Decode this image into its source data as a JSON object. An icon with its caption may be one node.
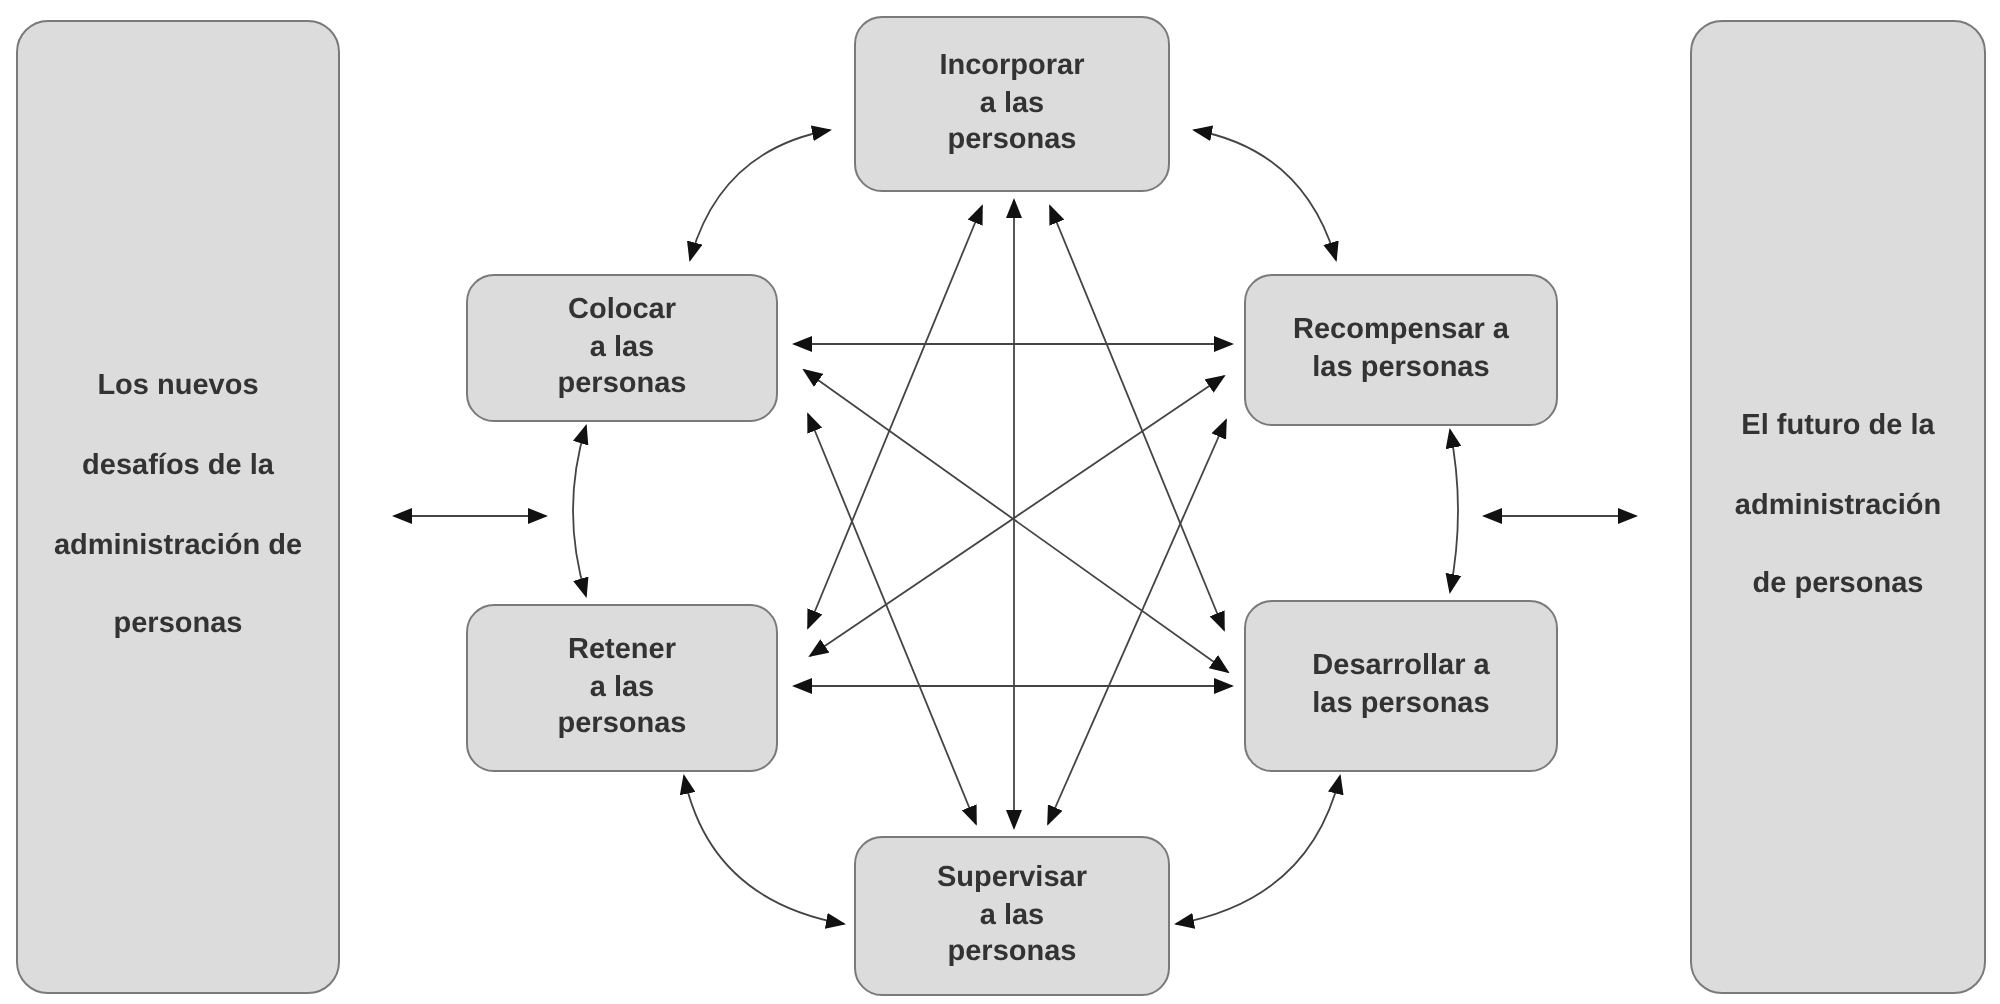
{
  "diagram": {
    "nodes": [
      {
        "text": [
          "Los nuevos desafíos de la administración de personas"
        ]
      },
      {
        "text": [
          "Incorporar a las personas"
        ]
      },
      {
        "text": [
          "Colocar a las personas"
        ]
      },
      {
        "text": [
          "Recompensar a las personas"
        ]
      },
      {
        "text": [
          "Retener a las personas"
        ]
      },
      {
        "text": [
          "Desarrollar a las personas"
        ]
      },
      {
        "text": [
          "Supervisar a las personas"
        ]
      },
      {
        "text": [
          "El futuro de la administración de personas"
        ]
      }
    ],
    "edges": [
      {
        "from": 1,
        "to": 2,
        "arrow": "both"
      },
      {
        "from": 1,
        "to": 3,
        "arrow": "both"
      },
      {
        "from": 2,
        "to": 4,
        "arrow": "both"
      },
      {
        "from": 3,
        "to": 5,
        "arrow": "both"
      },
      {
        "from": 4,
        "to": 6,
        "arrow": "both"
      },
      {
        "from": 5,
        "to": 6,
        "arrow": "both"
      },
      {
        "from": 1,
        "to": 4,
        "arrow": "both"
      },
      {
        "from": 1,
        "to": 6,
        "arrow": "both"
      },
      {
        "from": 1,
        "to": 5,
        "arrow": "both"
      },
      {
        "from": 2,
        "to": 3,
        "arrow": "both"
      },
      {
        "from": 2,
        "to": 5,
        "arrow": "both"
      },
      {
        "from": 2,
        "to": 6,
        "arrow": "both"
      },
      {
        "from": 3,
        "to": 4,
        "arrow": "both"
      },
      {
        "from": 3,
        "to": 6,
        "arrow": "both"
      },
      {
        "from": 4,
        "to": 5,
        "arrow": "both"
      },
      {
        "from": 0,
        "to": null,
        "arrow": "both"
      },
      {
        "from": null,
        "to": 7,
        "arrow": "both"
      }
    ]
  }
}
